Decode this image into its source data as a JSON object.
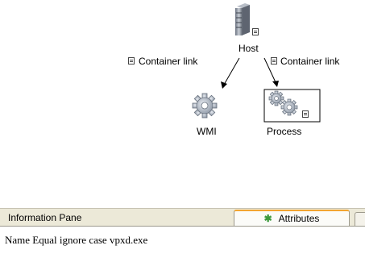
{
  "graph": {
    "nodes": {
      "host": {
        "label": "Host",
        "icon": "server-icon"
      },
      "wmi": {
        "label": "WMI",
        "icon": "gear-icon"
      },
      "process": {
        "label": "Process",
        "icon": "gears-icon",
        "selected": true
      }
    },
    "edges": [
      {
        "label": "Container link",
        "icon": "link-info-icon"
      },
      {
        "label": "Container link",
        "icon": "link-info-icon"
      }
    ]
  },
  "info_pane": {
    "title": "Information Pane",
    "tabs": [
      {
        "label": "Attributes",
        "icon": "star-icon",
        "active": true
      }
    ],
    "attribute_text": "Name Equal ignore case vpxd.exe"
  },
  "colors": {
    "tab_accent": "#f2a531",
    "panel_bg": "#ece9d8",
    "star": "#3e9a3e"
  }
}
